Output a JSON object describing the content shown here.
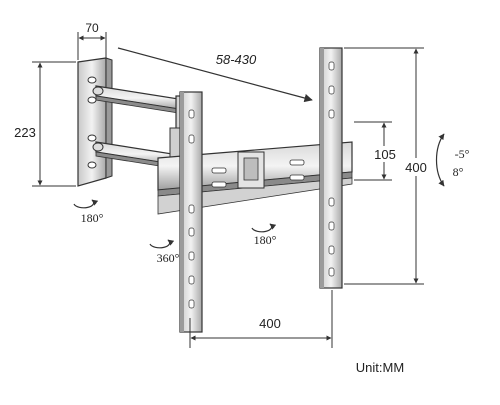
{
  "dimensions": {
    "wall_plate_width": "70",
    "arm_extension": "58-430",
    "wall_plate_height": "223",
    "vesa_small": "105",
    "vesa_height": "400",
    "vesa_width": "400"
  },
  "rotations": {
    "wall_swivel": "180°",
    "arm_swivel": "360°",
    "bracket_swivel": "180°"
  },
  "tilt": {
    "up": "-5°",
    "down": "8°"
  },
  "unit_label": "Unit:MM",
  "colors": {
    "line": "#333333",
    "metal_light": "#e6e6e6",
    "metal_mid": "#bdbdbd",
    "metal_dark": "#7a7a7a"
  },
  "icons": [
    "rotation-arrow-icon",
    "tilt-arrow-icon"
  ]
}
